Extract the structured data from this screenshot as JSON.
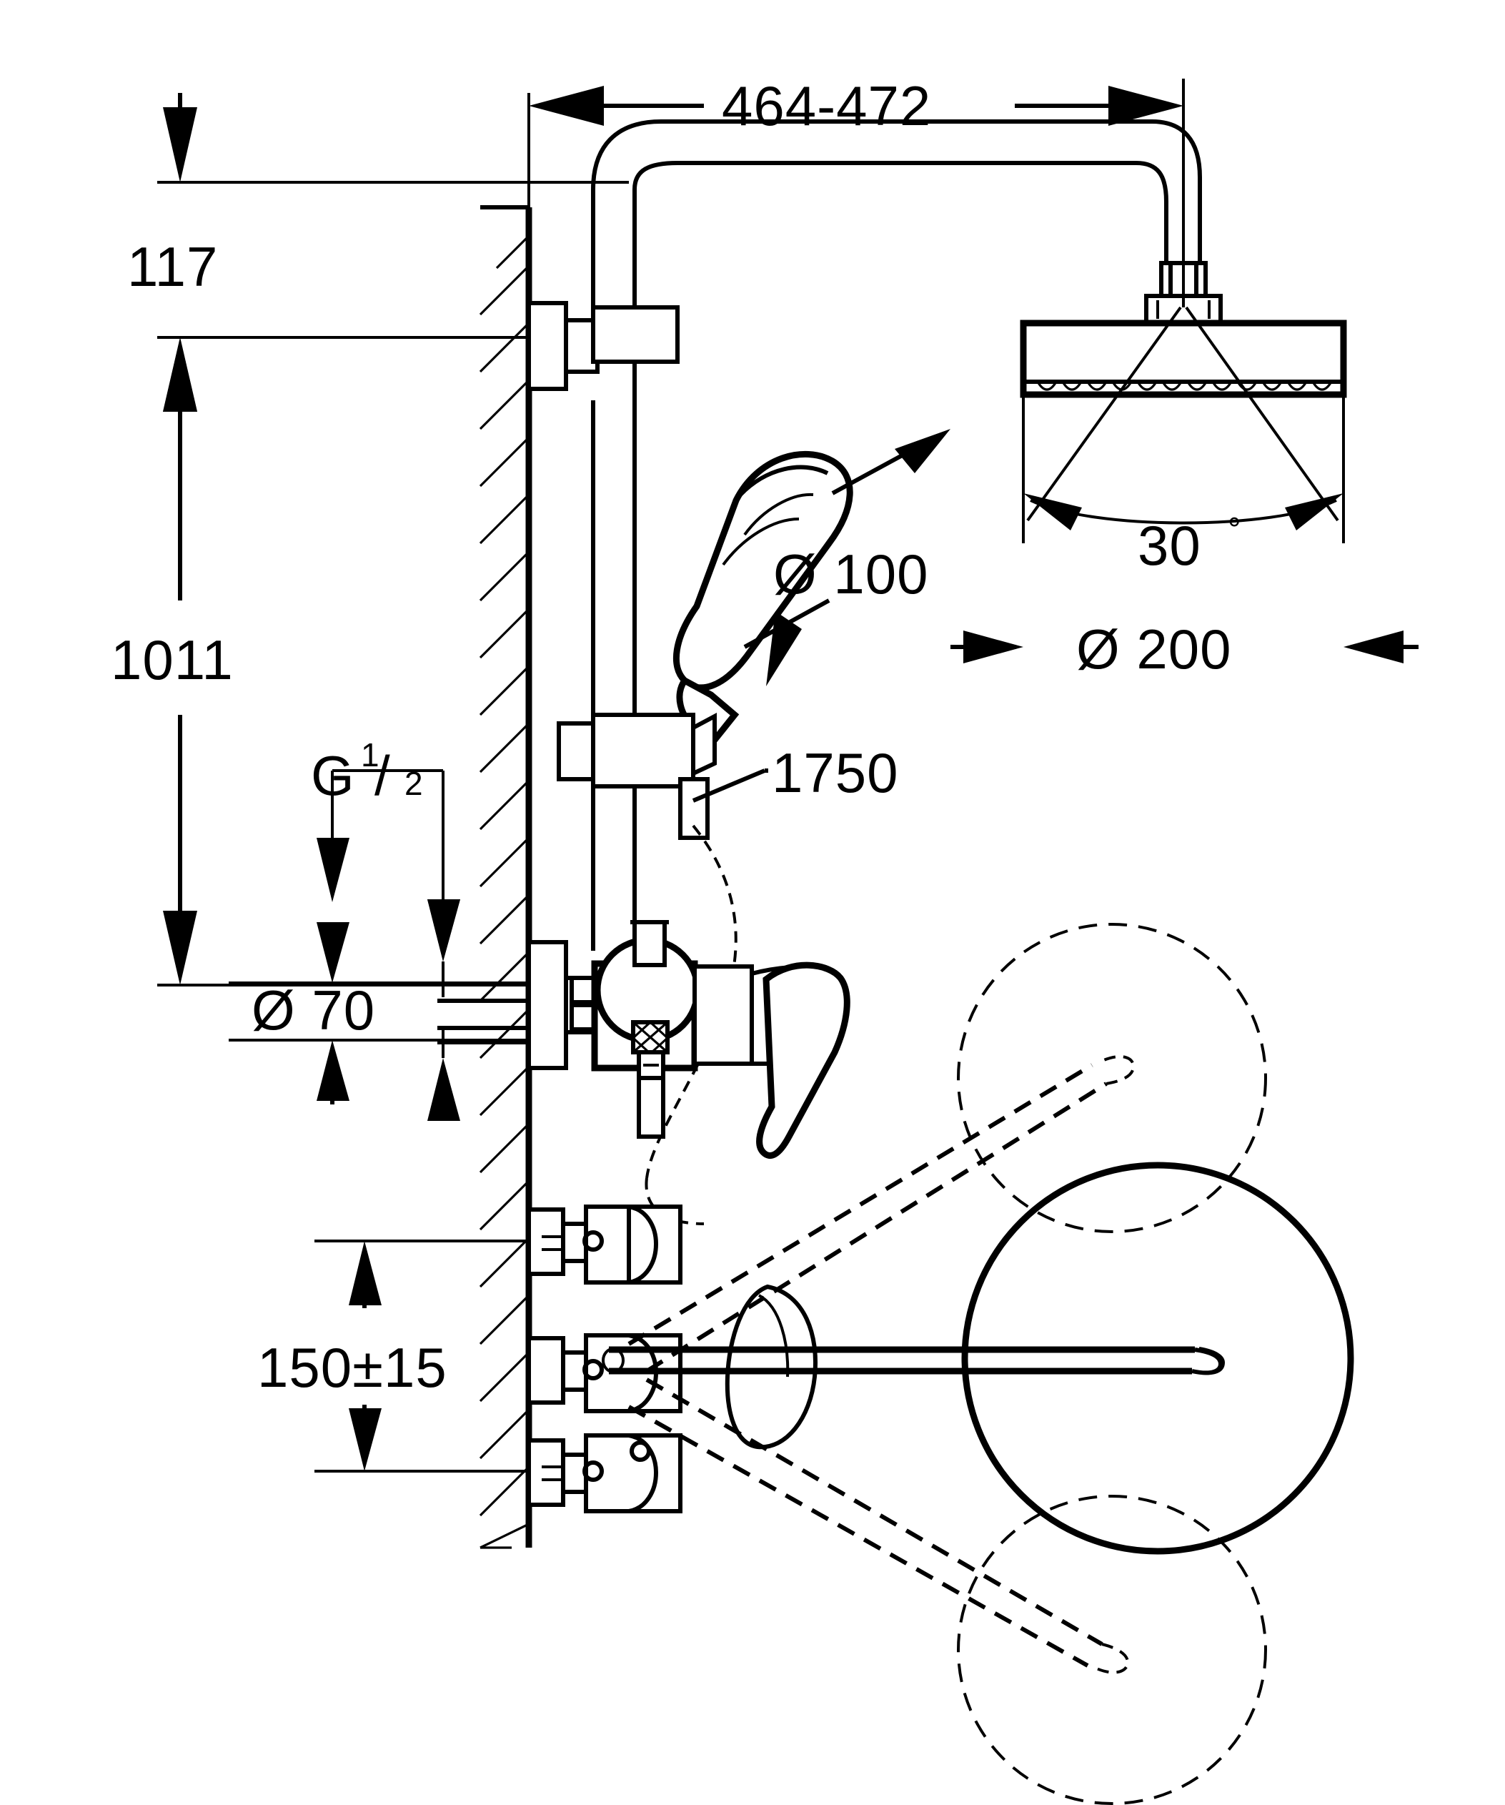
{
  "drawing": {
    "title": "Shower system technical installation drawing",
    "type": "technical-dimension-drawing",
    "units": "mm",
    "line_color": "#000000",
    "background_color": "#ffffff"
  },
  "dimensions": {
    "shower_arm_reach": "464-472",
    "riser_top_offset": "117",
    "riser_height": "1011",
    "handshower_head_diameter": "Ø 100",
    "hose_length": "1750",
    "headshower_spray_angle": "30",
    "headshower_spray_angle_unit": "°",
    "headshower_diameter": "Ø 200",
    "escutcheon_diameter": "Ø 70",
    "connection_thread_letter": "G",
    "connection_thread_numerator": "1",
    "connection_thread_denominator": "2",
    "inlet_centre_distance": "150±15"
  },
  "labels": [
    {
      "id": "top-width",
      "text": "464-472",
      "role": "horizontal-dimension"
    },
    {
      "id": "top-offset",
      "text": "117",
      "role": "vertical-dimension"
    },
    {
      "id": "riser-height",
      "text": "1011",
      "role": "vertical-dimension"
    },
    {
      "id": "hand-shower-dia",
      "text": "Ø 100",
      "role": "diameter-callout"
    },
    {
      "id": "hose-length",
      "text": "1750",
      "role": "leader-callout"
    },
    {
      "id": "spray-angle",
      "text": "30",
      "role": "angle-dimension"
    },
    {
      "id": "head-shower-dia",
      "text": "Ø 200",
      "role": "diameter-dimension"
    },
    {
      "id": "escutcheon-dia",
      "text": "Ø70",
      "role": "diameter-dimension"
    },
    {
      "id": "thread-size",
      "text": "G 1/2",
      "role": "thread-callout"
    },
    {
      "id": "inlet-spacing",
      "text": "150±15",
      "role": "vertical-dimension"
    }
  ]
}
